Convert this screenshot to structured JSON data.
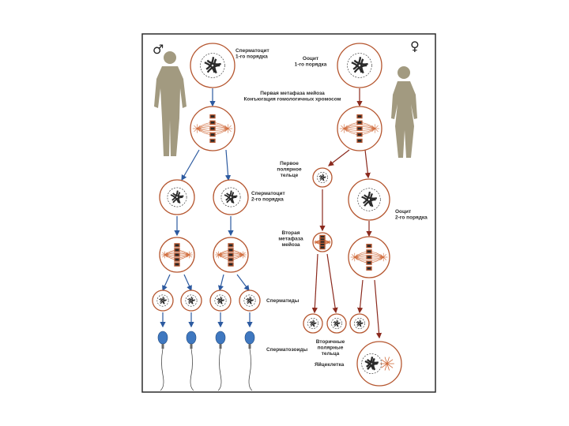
{
  "symbols": {
    "male": "♂",
    "female": "♀"
  },
  "labels": {
    "spermatocyte1": [
      "Сперматоцит",
      "1-го порядка"
    ],
    "oocyte1": [
      "Ооцит",
      "1-го порядка"
    ],
    "metaphase1": [
      "Первая метафаза мейоза",
      "Конъюгация гомологичных хромосом"
    ],
    "polar1": [
      "Первое",
      "полярное",
      "тельце"
    ],
    "spermatocyte2": [
      "Сперматоцит",
      "2-го порядка"
    ],
    "oocyte2": [
      "Ооцит",
      "2-го порядка"
    ],
    "metaphase2": [
      "Вторая",
      "метафаза",
      "мейоза"
    ],
    "spermatids": [
      "Сперматиды"
    ],
    "polar2": [
      "Вторичные",
      "полярные",
      "тельца"
    ],
    "spermatozoa": [
      "Сперматозоиды"
    ],
    "egg": [
      "Яйцеклетка"
    ]
  },
  "colors": {
    "frame": "#2b2b2b",
    "cell_outline": "#b5562f",
    "arrow_male": "#2c5aa0",
    "arrow_female": "#8b2a1e",
    "figure": "#a29a80",
    "chromosome": "#2a2a2a",
    "spindle": "#d06a3a",
    "sperm_head": "#3f78c0"
  }
}
